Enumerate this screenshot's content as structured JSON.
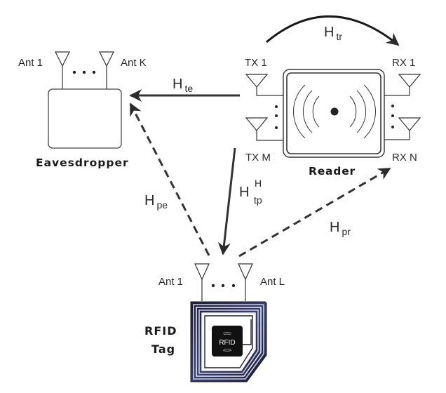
{
  "eavesdropper": {
    "title": "Eavesdropper",
    "antenna_first": "Ant 1",
    "antenna_last": "Ant K"
  },
  "reader": {
    "title": "Reader",
    "tx_first": "TX 1",
    "tx_last": "TX M",
    "rx_first": "RX 1",
    "rx_last": "RX N"
  },
  "tag": {
    "title_line1": "RFID",
    "title_line2": "Tag",
    "chip_text": "RFID",
    "antenna_first": "Ant 1",
    "antenna_last": "Ant L"
  },
  "channels": {
    "tr": {
      "main": "H",
      "sub": "tr",
      "sup": ""
    },
    "te": {
      "main": "H",
      "sub": "te",
      "sup": ""
    },
    "tp": {
      "main": "H",
      "sub": "tp",
      "sup": "H"
    },
    "pe": {
      "main": "H",
      "sub": "pe",
      "sup": ""
    },
    "pr": {
      "main": "H",
      "sub": "pr",
      "sup": ""
    }
  },
  "colors": {
    "line": "#2b2b2b",
    "tag_coil_dark": "#1c1c2e",
    "tag_coil_light": "#a8b0d8",
    "chip": "#111111"
  }
}
